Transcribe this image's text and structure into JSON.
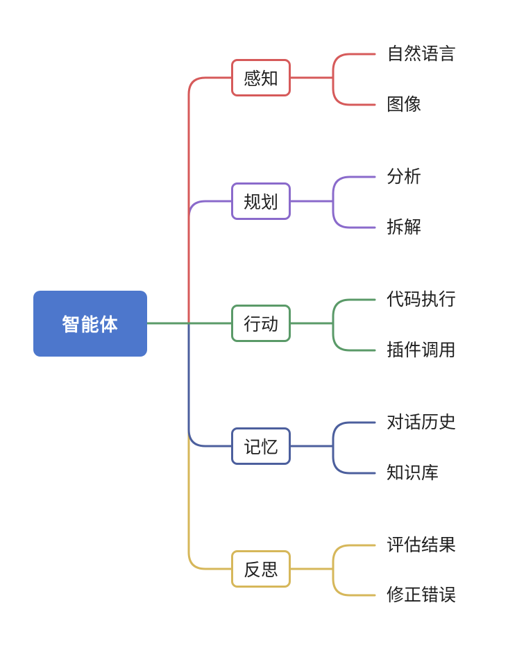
{
  "root": {
    "label": "智能体",
    "color": "#4d77cc"
  },
  "branches": [
    {
      "label": "感知",
      "color": "#d65a5a",
      "leaves": [
        "自然语言",
        "图像"
      ]
    },
    {
      "label": "规划",
      "color": "#8a6acb",
      "leaves": [
        "分析",
        "拆解"
      ]
    },
    {
      "label": "行动",
      "color": "#5a9a68",
      "leaves": [
        "代码执行",
        "插件调用"
      ]
    },
    {
      "label": "记忆",
      "color": "#4c5f9d",
      "leaves": [
        "对话历史",
        "知识库"
      ]
    },
    {
      "label": "反思",
      "color": "#d6b75a",
      "leaves": [
        "评估结果",
        "修正错误"
      ]
    }
  ]
}
